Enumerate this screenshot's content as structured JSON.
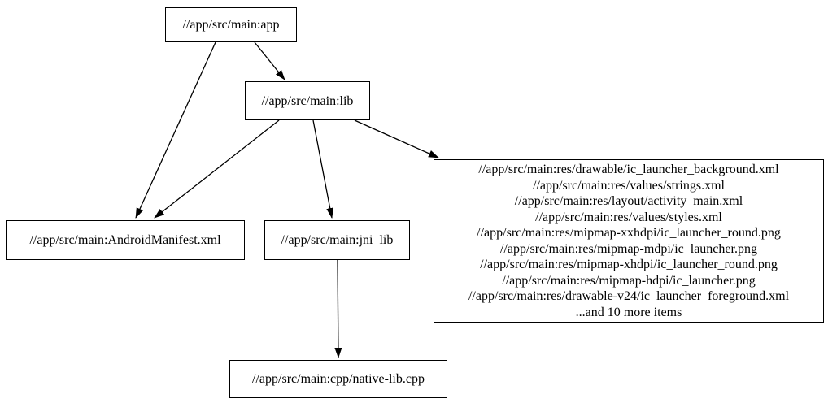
{
  "graph": {
    "type": "dependency-graph",
    "background_color": "#ffffff",
    "node_border_color": "#000000",
    "edge_color": "#000000",
    "nodes": {
      "app": {
        "label": "//app/src/main:app"
      },
      "lib": {
        "label": "//app/src/main:lib"
      },
      "manifest": {
        "label": "//app/src/main:AndroidManifest.xml"
      },
      "jni_lib": {
        "label": "//app/src/main:jni_lib"
      },
      "res_group": {
        "lines": [
          "//app/src/main:res/drawable/ic_launcher_background.xml",
          "//app/src/main:res/values/strings.xml",
          "//app/src/main:res/layout/activity_main.xml",
          "//app/src/main:res/values/styles.xml",
          "//app/src/main:res/mipmap-xxhdpi/ic_launcher_round.png",
          "//app/src/main:res/mipmap-mdpi/ic_launcher.png",
          "//app/src/main:res/mipmap-xhdpi/ic_launcher_round.png",
          "//app/src/main:res/mipmap-hdpi/ic_launcher.png",
          "//app/src/main:res/drawable-v24/ic_launcher_foreground.xml",
          "...and 10 more items"
        ]
      },
      "native_lib": {
        "label": "//app/src/main:cpp/native-lib.cpp"
      }
    },
    "edges": [
      {
        "from": "//app/src/main:app",
        "to": "//app/src/main:lib"
      },
      {
        "from": "//app/src/main:app",
        "to": "//app/src/main:AndroidManifest.xml"
      },
      {
        "from": "//app/src/main:lib",
        "to": "//app/src/main:AndroidManifest.xml"
      },
      {
        "from": "//app/src/main:lib",
        "to": "//app/src/main:jni_lib"
      },
      {
        "from": "//app/src/main:lib",
        "to": "res-file-group"
      },
      {
        "from": "//app/src/main:jni_lib",
        "to": "//app/src/main:cpp/native-lib.cpp"
      }
    ]
  }
}
